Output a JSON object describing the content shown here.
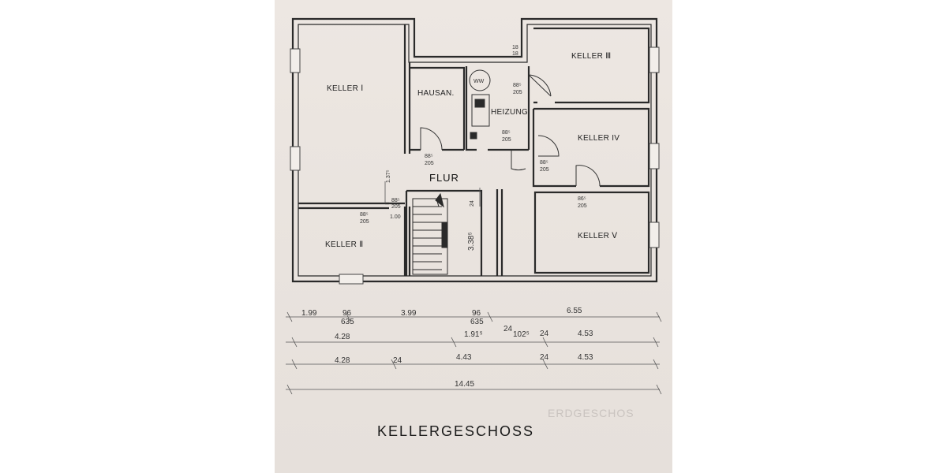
{
  "rooms": {
    "keller1": "KELLER Ⅰ",
    "keller2": "KELLER Ⅱ",
    "keller3": "KELLER Ⅲ",
    "keller4": "KELLER IV",
    "keller5": "KELLER Ⅴ",
    "hausan": "HAUSAN.",
    "heizung": "HEIZUNG",
    "flur": "FLUR",
    "ww": "WW"
  },
  "door_dims": {
    "d_88_205_a": "88⁵",
    "d_205_a": "205",
    "d_88_205_b": "88⁵",
    "d_205_b": "205",
    "d_88_205_c": "88⁵",
    "d_205_c": "205",
    "d_88_205_d": "88⁵",
    "d_205_d": "205",
    "d_88_205_e": "88⁵",
    "d_205_e": "205",
    "d_88_205_f": "88⁵",
    "d_205_f": "205",
    "d_88_205_g": "86⁵",
    "d_205_g": "205",
    "d_137": "1.37⁵",
    "d_24_stair": "24",
    "d_338": "3.38⁵",
    "d_100": "1.00",
    "d_18a": "18",
    "d_18b": "18"
  },
  "dimensions": {
    "row1": [
      "1.99",
      "96",
      "635",
      "3.99",
      "96",
      "635",
      "6.55"
    ],
    "row2": [
      "4.28",
      "1.91⁵",
      "24",
      "102⁵",
      "24",
      "4.53"
    ],
    "row3": [
      "4.28",
      "24",
      "4.43",
      "24",
      "4.53"
    ],
    "row4": [
      "14.45"
    ]
  },
  "caption": "KELLERGESCHOSS",
  "ghost_text": "ERDGESCHOS"
}
